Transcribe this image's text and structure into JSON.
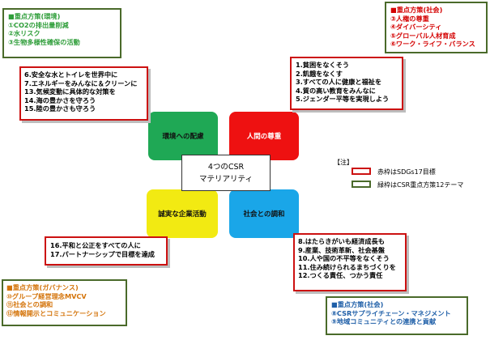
{
  "quadrants": {
    "environment": {
      "label": "環境への配慮",
      "color": "#1fa855"
    },
    "human_rights": {
      "label": "人間の尊重",
      "color": "#ee1111"
    },
    "business": {
      "label": "誠実な企業活動",
      "color": "#f2ea12"
    },
    "society": {
      "label": "社会との調和",
      "color": "#1aa6e8"
    }
  },
  "center": {
    "line1": "4つのCSR",
    "line2": "マテリアリティ"
  },
  "policy_environment": {
    "title": "■重点方策(環境)",
    "items": [
      "①CO2の排出量削減",
      "②水リスク",
      "③生物多様性確保の活動"
    ]
  },
  "policy_society_top": {
    "title": "■重点方策(社会)",
    "items": [
      "③人権の尊重",
      "④ダイバーシティ",
      "⑤グローバル人材育成",
      "⑥ワーク・ライフ・バランス"
    ]
  },
  "sdgs_environment": {
    "items": [
      "6.安全な水とトイレを世界中に",
      "7.エネルギーをみんなに＆クリーンに",
      "13.気候変動に具体的な対策を",
      "14.海の豊かさを守ろう",
      "15.陸の豊かさも守ろう"
    ]
  },
  "sdgs_human": {
    "items": [
      "1.貧困をなくそう",
      "2.飢餓をなくす",
      "3.すべての人に健康と福祉を",
      "4.質の高い教育をみんなに",
      "5.ジェンダー平等を実現しよう"
    ]
  },
  "sdgs_business": {
    "items": [
      "16.平和と公正をすべての人に",
      "17.パートナーシップで目標を達成"
    ]
  },
  "sdgs_society": {
    "items": [
      "8.はたらきがいも経済成長も",
      "9.産業、技術革新、社会基盤",
      "10.人や国の不平等をなくそう",
      "11.住み続けられるまちづくりを",
      "12.つくる責任、つかう責任"
    ]
  },
  "policy_governance": {
    "title": "■重点方策(ガバナンス)",
    "items": [
      "⑩グループ経営理念MVCV",
      "⑪社会との調和",
      "⑫情報開示とコミュニケーション"
    ]
  },
  "policy_society_bottom": {
    "title": "■重点方策(社会)",
    "items": [
      "⑧CSRサプライチェーン・マネジメント",
      "⑨地域コミュニティとの連携と貢献"
    ]
  },
  "legend": {
    "note": "【注】",
    "red_label": "赤枠はSDGs17目標",
    "green_label": "緑枠はCSR重点方策12テーマ",
    "red_color": "#cc1111",
    "green_color": "#4a6a2a"
  }
}
